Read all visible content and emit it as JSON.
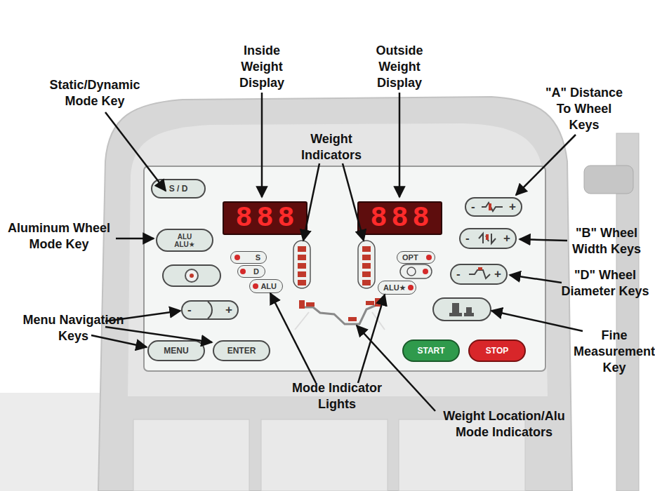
{
  "diagram": {
    "nodes": [
      {
        "text": [
          "S / D"
        ]
      },
      {
        "text": [
          "888"
        ]
      },
      {
        "text": [
          "888"
        ]
      },
      {
        "text": [
          "-",
          "+"
        ]
      },
      {
        "text": [
          "ALU",
          "ALU★"
        ]
      },
      {
        "text": [
          "-",
          "+"
        ]
      },
      {
        "text": [
          "S"
        ]
      },
      {
        "text": [
          "OPT"
        ]
      },
      {
        "text": [
          "D"
        ]
      },
      {
        "text": [
          "-",
          "+"
        ]
      },
      {
        "text": [
          "ALU"
        ]
      },
      {
        "text": [
          "ALU★"
        ]
      },
      {
        "text": [
          "-",
          "+"
        ]
      },
      {
        "text": [
          "MENU"
        ]
      },
      {
        "text": [
          "ENTER"
        ]
      },
      {
        "text": [
          "START"
        ]
      },
      {
        "text": [
          "STOP"
        ]
      }
    ],
    "labels": [
      "Inside Weight Display",
      "Outside Weight Display",
      "Static/Dynamic Mode Key",
      "\"A\" Distance To Wheel Keys",
      "Weight Indicators",
      "Aluminum Wheel Mode Key",
      "\"B\" Wheel Width Keys",
      "\"D\" Wheel Diameter Keys",
      "Menu Navigation Keys",
      "Fine Measurement Key",
      "Mode Indicator Lights",
      "Weight Location/Alu Mode Indicators"
    ]
  }
}
